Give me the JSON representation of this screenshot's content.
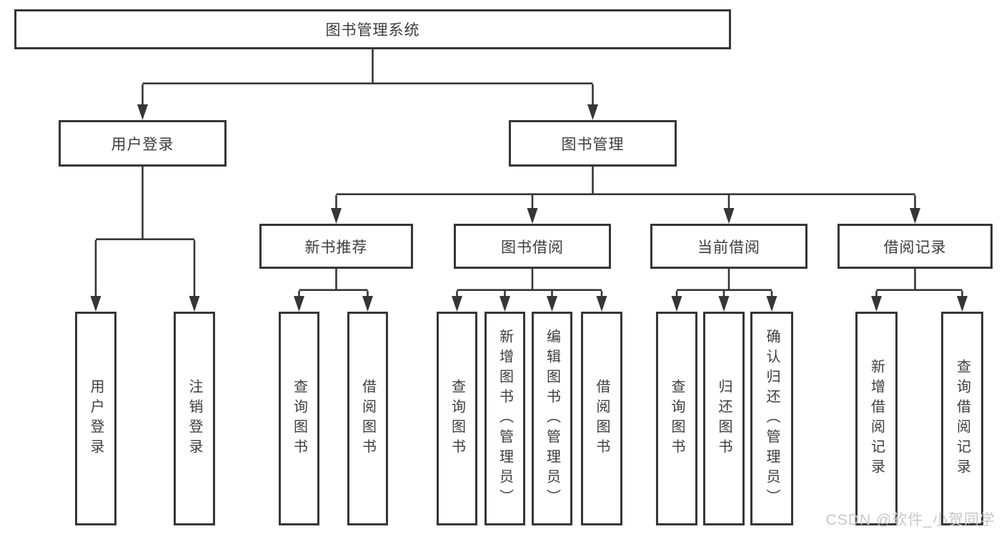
{
  "diagram": {
    "type": "hierarchy-tree",
    "colors": {
      "line": "#363636",
      "border": "#363636",
      "text": "#3d3d3d",
      "background": "#ffffff",
      "watermark": "#c7c7c7"
    },
    "tree": {
      "label": "图书管理系统",
      "children": [
        {
          "label": "用户登录",
          "children": [
            {
              "label": "用户登录"
            },
            {
              "label": "注销登录"
            }
          ]
        },
        {
          "label": "图书管理",
          "children": [
            {
              "label": "新书推荐",
              "children": [
                {
                  "label": "查询图书"
                },
                {
                  "label": "借阅图书"
                }
              ]
            },
            {
              "label": "图书借阅",
              "children": [
                {
                  "label": "查询图书"
                },
                {
                  "label": "新增图书（管理员）"
                },
                {
                  "label": "编辑图书（管理员）"
                },
                {
                  "label": "借阅图书"
                }
              ]
            },
            {
              "label": "当前借阅",
              "children": [
                {
                  "label": "查询图书"
                },
                {
                  "label": "归还图书"
                },
                {
                  "label": "确认归还（管理员）"
                }
              ]
            },
            {
              "label": "借阅记录",
              "children": [
                {
                  "label": "新增借阅记录"
                },
                {
                  "label": "查询借阅记录"
                }
              ]
            }
          ]
        }
      ]
    },
    "watermark": "CSDN @软件_小贺同学"
  }
}
